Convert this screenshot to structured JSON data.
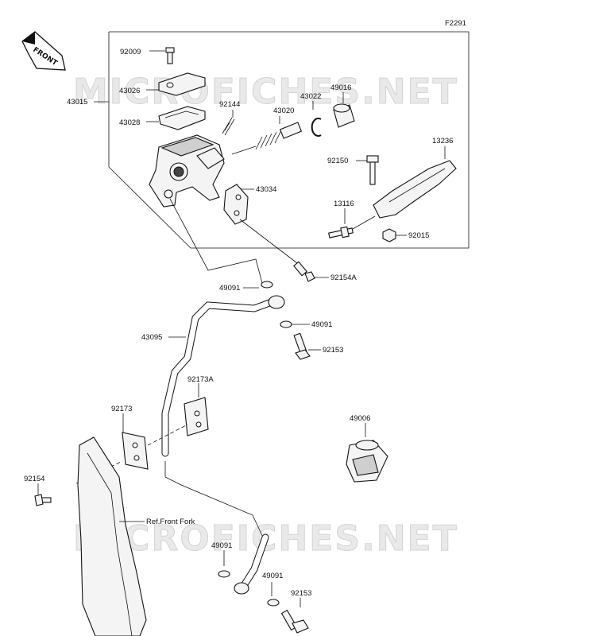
{
  "diagram": {
    "figure_code": "F2291",
    "front_label": "FRONT",
    "watermark": "MICROFICHES.NET",
    "ref_label": "Ref.Front Fork",
    "parts": {
      "p92009": "92009",
      "p43026": "43026",
      "p43015": "43015",
      "p43028": "43028",
      "p92144": "92144",
      "p43020": "43020",
      "p43022": "43022",
      "p49016": "49016",
      "p13236": "13236",
      "p92150": "92150",
      "p43034": "43034",
      "p13116": "13116",
      "p92015": "92015",
      "p92154A": "92154A",
      "p49091a": "49091",
      "p49091b": "49091",
      "p43095": "43095",
      "p92153a": "92153",
      "p92173A": "92173A",
      "p92173": "92173",
      "p49006": "49006",
      "p92154": "92154",
      "p49091c": "49091",
      "p49091d": "49091",
      "p92153b": "92153"
    }
  }
}
